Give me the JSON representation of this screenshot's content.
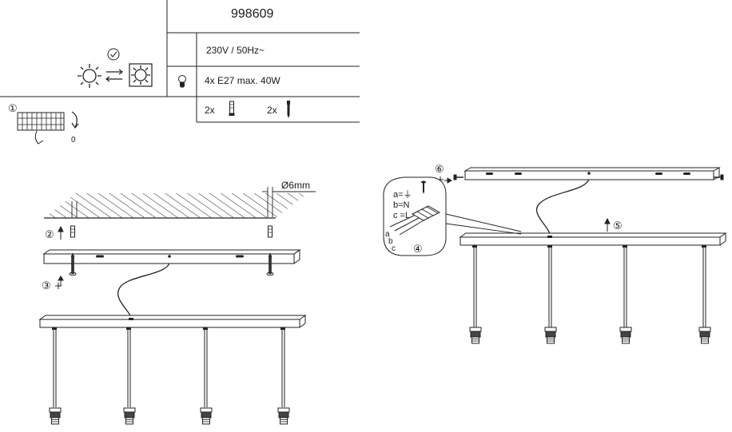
{
  "spec": {
    "article_number": "998609",
    "voltage": "230V / 50Hz~",
    "bulbs": "4x E27 max. 40W",
    "hardware": [
      {
        "count": "2x",
        "icon": "wall-plug-icon"
      },
      {
        "count": "2x",
        "icon": "screw-icon"
      }
    ]
  },
  "header_icons": [
    "bulb-icon",
    "daylight-icon",
    "swap-arrows-icon",
    "checkmark-icon"
  ],
  "steps": {
    "s1": {
      "number": "①",
      "zero_label": "0"
    },
    "s2": {
      "number": "②"
    },
    "s3": {
      "number": "③"
    },
    "s4": {
      "number": "④"
    },
    "s5": {
      "number": "⑤"
    },
    "s6": {
      "number": "⑥"
    }
  },
  "drill": {
    "diameter": "Ø6mm"
  },
  "wiring": {
    "labels": [
      "a=⏚",
      "b=N",
      "c =L"
    ],
    "letters": [
      "a",
      "b",
      "c"
    ]
  }
}
